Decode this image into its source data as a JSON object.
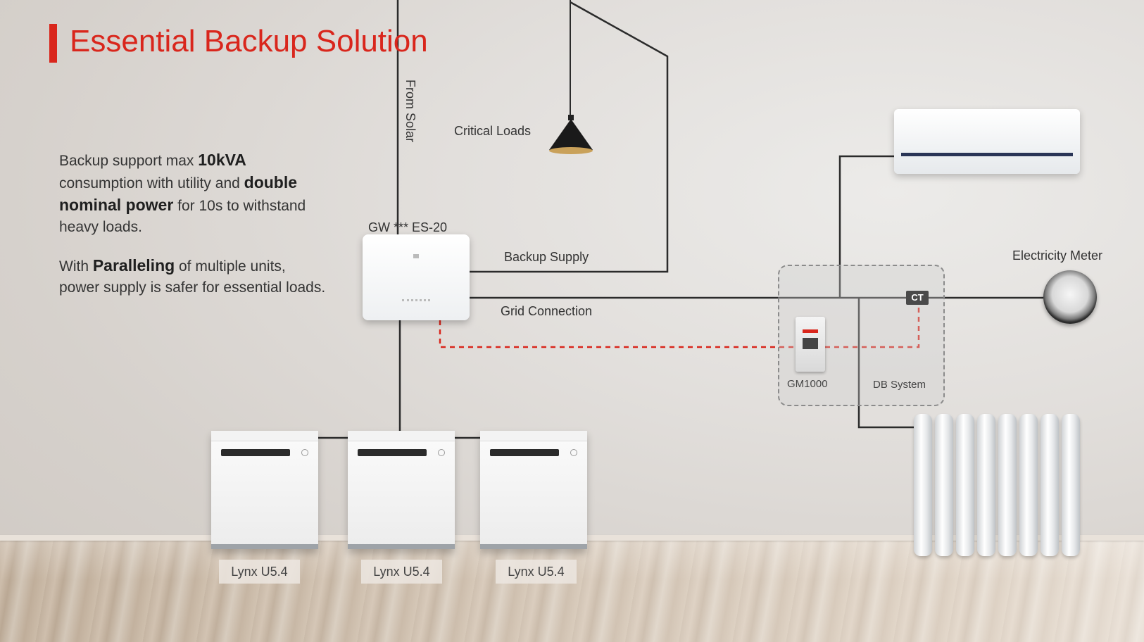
{
  "title": "Essential Backup Solution",
  "paragraph1": {
    "t1": "Backup support max ",
    "b1": "10kVA",
    "t2": " consumption with utility and ",
    "b2": "double nominal power",
    "t3": " for 10s to withstand heavy loads."
  },
  "paragraph2": {
    "t1": "With ",
    "b1": "Paralleling",
    "t2": " of multiple units, power supply is safer for essential loads."
  },
  "labels": {
    "from_solar": "From Solar",
    "critical_loads": "Critical Loads",
    "inverter_model": "GW *** ES-20",
    "backup_supply": "Backup Supply",
    "grid_connection": "Grid Connection",
    "electricity_meter": "Electricity Meter",
    "ct": "CT",
    "gm1000": "GM1000",
    "db_system": "DB System"
  },
  "batteries": [
    "Lynx U5.4",
    "Lynx U5.4",
    "Lynx U5.4"
  ],
  "colors": {
    "accent": "#d9261c",
    "wire": "#2b2b2b",
    "comm_line": "#d9261c"
  },
  "icons": {
    "lamp": "pendant-lamp-icon",
    "ac": "air-conditioner-icon",
    "radiator": "radiator-icon",
    "meter": "electricity-meter-icon"
  }
}
